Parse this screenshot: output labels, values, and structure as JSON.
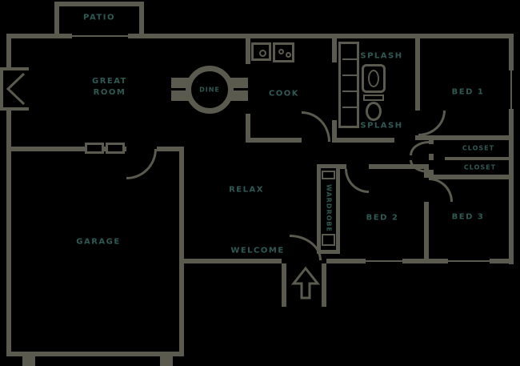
{
  "palette": {
    "bg": "#000000",
    "wall": "#5a5a4e",
    "ink": "#2e5a52"
  },
  "rooms": {
    "patio": {
      "label": "PATIO"
    },
    "great_room": {
      "line1": "GREAT",
      "line2": "ROOM"
    },
    "dining": {
      "label": "DINE"
    },
    "kitchen": {
      "label": "COOK"
    },
    "bath_upper": {
      "label": "SPLASH"
    },
    "bath_lower": {
      "label": "SPLASH"
    },
    "bed_1": {
      "label": "BED 1"
    },
    "closet_upper": {
      "label": "CLOSET"
    },
    "closet_lower": {
      "label": "CLOSET"
    },
    "living": {
      "label": "RELAX"
    },
    "wardrobe": {
      "label": "WARDROBE"
    },
    "bed_2": {
      "label": "BED 2"
    },
    "bed_3": {
      "label": "BED 3"
    },
    "garage": {
      "label": "GARAGE"
    },
    "entry": {
      "label": "WELCOME"
    }
  },
  "icons": {
    "fireplace": "chevron-bay",
    "dining_table": "round-table-with-chairs",
    "stove": "burner-box",
    "sink_cabinet": "basin-box",
    "linen_closet": "shelved-closet",
    "bath_sink": "pedestal-sink",
    "toilet": "toilet-bowl",
    "entry_arrow": "arrow-up",
    "window": "double-line-opening",
    "door": "quarter-circle-swing"
  }
}
